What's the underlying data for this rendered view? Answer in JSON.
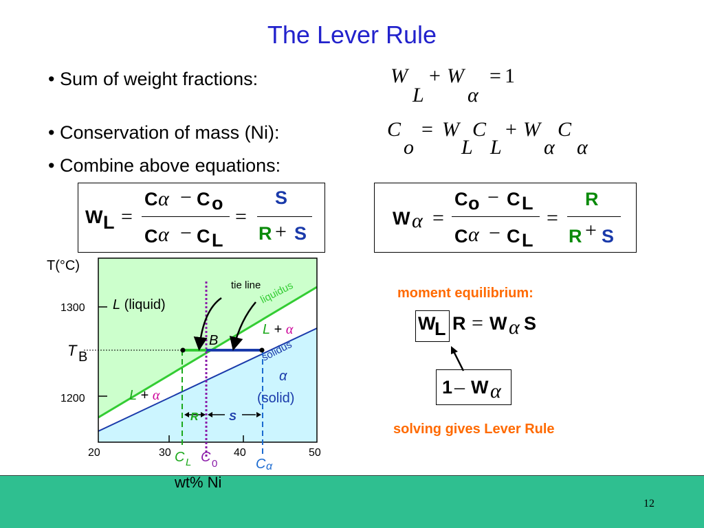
{
  "slide": {
    "title": "The Lever Rule",
    "bullets": [
      "• Sum of weight fractions:",
      "•  Conservation of mass (Ni):",
      "•  Combine above equations:"
    ],
    "page_number": "12"
  },
  "equations": {
    "sum": {
      "w": "W",
      "l": "L",
      "plus": "+",
      "w2": "W",
      "alpha": "α",
      "eq": "=",
      "one": "1"
    },
    "mass": {
      "c": "C",
      "o": "o",
      "eq": "=",
      "w": "W",
      "l": "L",
      "c2": "C",
      "l2": "L",
      "plus": "+",
      "w3": "W",
      "a1": "α",
      "c3": "C",
      "a2": "α"
    }
  },
  "box_left": {
    "w": "W",
    "l": "L",
    "eq1": "=",
    "num_c1": "C",
    "num_a": "α",
    "minus": "−",
    "num_c2": "C",
    "num_o": "o",
    "den_c1": "C",
    "den_a": "α",
    "den_c2": "C",
    "den_l": "L",
    "eq2": "=",
    "s_num": "S",
    "r": "R",
    "plus": "+",
    "s": "S"
  },
  "box_right": {
    "w": "W",
    "a": "α",
    "eq1": "=",
    "num_c1": "C",
    "num_o": "o",
    "minus": "−",
    "num_c2": "C",
    "num_l": "L",
    "den_c1": "C",
    "den_a": "α",
    "den_c2": "C",
    "den_l": "L",
    "eq2": "=",
    "r_num": "R",
    "r": "R",
    "plus": "+",
    "s": "S"
  },
  "diagram": {
    "y_axis_label": "T(°C)",
    "y_ticks": [
      "1300",
      "1200"
    ],
    "tb_label": "T",
    "tb_sub": "B",
    "x_ticks": [
      "20",
      "30",
      "40",
      "50"
    ],
    "x_axis_label": "wt% Ni",
    "cl": "C",
    "cl_sub": "L",
    "c0": "C",
    "c0_sub": "0",
    "ca": "C",
    "ca_sub": "α",
    "liquid": "L (liquid)",
    "liquid_l": "L",
    "liquid_text": " (liquid)",
    "liquidus": "liquidus",
    "solidus": "solidus",
    "two_phase_l": "L",
    "two_phase_plus": " + ",
    "two_phase_a": "α",
    "tie_line": "tie line",
    "point_b": "B",
    "solid_alpha": "α",
    "solid_text": "(solid)",
    "r_label": "R",
    "s_label": "S",
    "colors": {
      "liquid": "#ccffcc",
      "solid": "#ccf5ff",
      "liquidus": "#33cc33",
      "solidus": "#1a3aaa",
      "c0_line": "#8a1aa8"
    }
  },
  "moment": {
    "heading": "moment equilibrium:",
    "w": "W",
    "l": "L",
    "r": "R",
    "eq": "=",
    "w2": "W",
    "a": "α",
    "s": "S",
    "one": "1",
    "minus": "–",
    "w3": "W",
    "a2": "α",
    "solving": "solving gives Lever Rule"
  }
}
